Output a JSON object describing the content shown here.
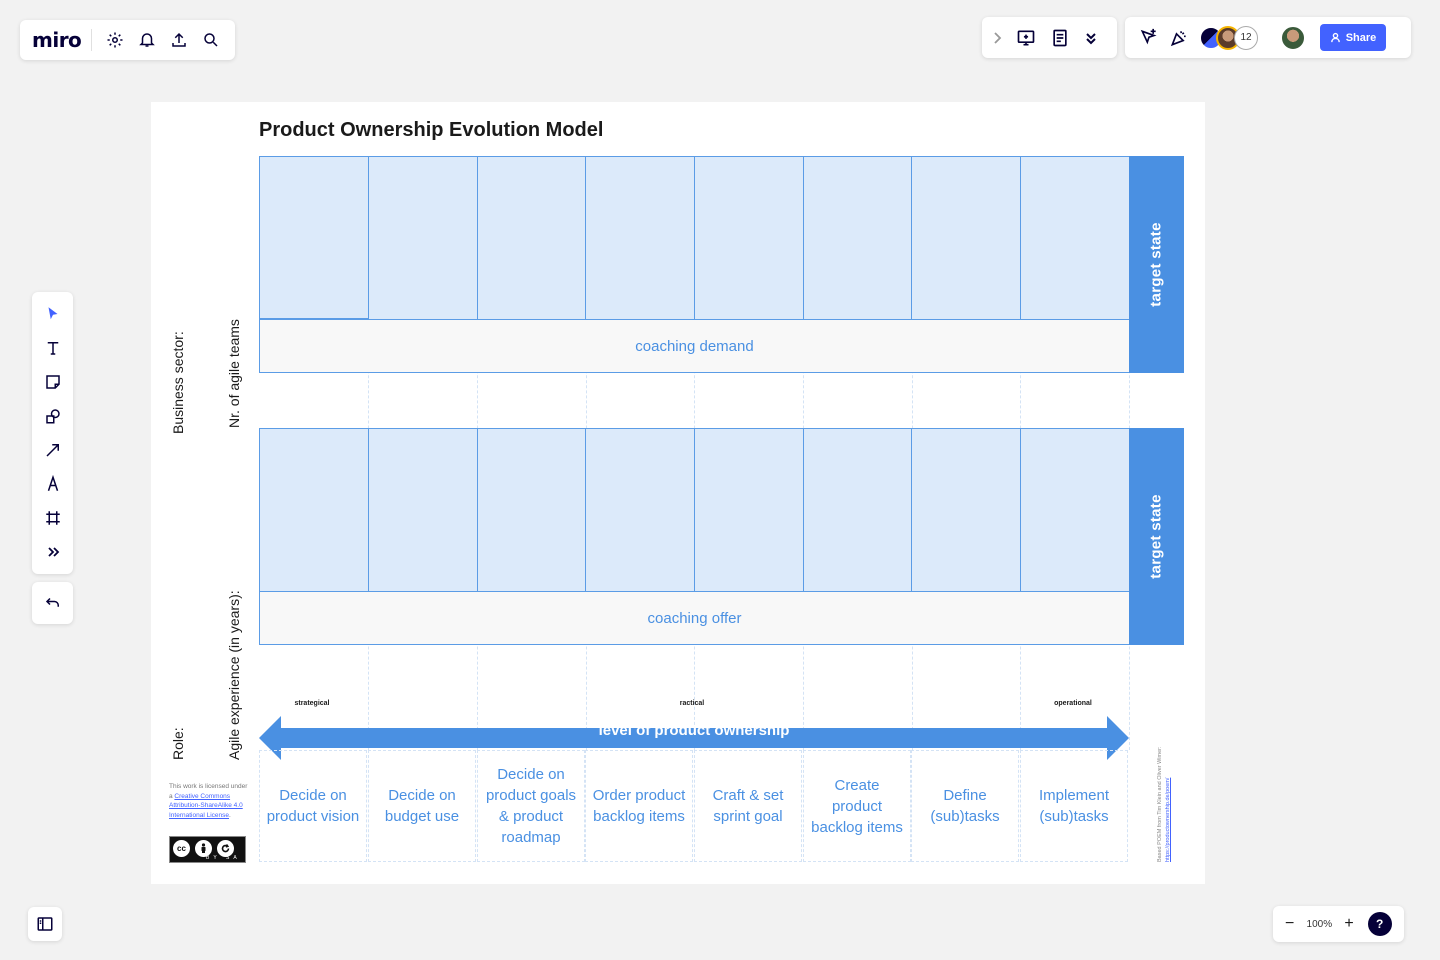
{
  "app": {
    "logo": "miro"
  },
  "topright": {
    "avatar_count": "12",
    "share_label": "Share"
  },
  "zoom": {
    "level": "100%",
    "minus": "−",
    "plus": "+",
    "help": "?"
  },
  "board": {
    "title": "Product Ownership Evolution Model",
    "side_labels": {
      "business_sector": "Business sector:",
      "nr_agile_teams": "Nr. of agile teams",
      "agile_experience": "Agile experience (in years):",
      "role": "Role:"
    },
    "coaching_demand": "coaching demand",
    "coaching_offer": "coaching offer",
    "target_state": "target state",
    "scale": {
      "strategical": "strategical",
      "tactical": "ractical",
      "operational": "operational"
    },
    "arrow_label": "level of product ownership",
    "roles": [
      "Decide on product vision",
      "Decide on budget use",
      "Decide on product goals & product roadmap",
      "Order product backlog items",
      "Craft & set sprint goal",
      "Create product backlog items",
      "Define (sub)tasks",
      "Implement (sub)tasks"
    ],
    "license": {
      "prefix": "This work is licensed under a ",
      "link": "Creative Commons Attribution-ShareAlike 4.0 International License",
      "suffix": "."
    },
    "cc_badge": {
      "cc": "cc",
      "by": "BY",
      "sa": "SA"
    },
    "credit": {
      "text": "Based POEM from Tim Klein and Oliver Wimer:",
      "link": "https://productownership.de/poem/"
    }
  },
  "colors": {
    "accent": "#4262ff",
    "cell_fill": "#dceafa",
    "cell_border": "#5b9ce6",
    "target_fill": "#4a90e2",
    "text_blue": "#4a90e2"
  }
}
